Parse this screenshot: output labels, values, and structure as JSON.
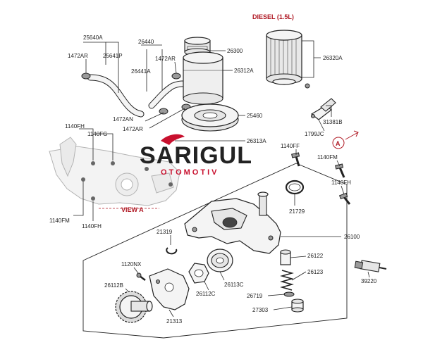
{
  "diagram": {
    "engine_variant": "DIESEL (1.5L)",
    "view_label": "VIEW A",
    "callout_letter": "A",
    "labels": {
      "p25640A": "25640A",
      "p25641P": "25641P",
      "p1472AR_a": "1472AR",
      "p26440": "26440",
      "p1472AR_b": "1472AR",
      "p26441A": "26441A",
      "p26300": "26300",
      "p26312A": "26312A",
      "p26320A": "26320A",
      "p1472AN": "1472AN",
      "p1472AR_c": "1472AR",
      "p25460": "25460",
      "p31381B": "31381B",
      "p1799JC": "1799JC",
      "p1140FH_a": "1140FH",
      "p1140FG": "1140FG",
      "p26313A": "26313A",
      "p1140FF": "1140FF",
      "p1140FM_a": "1140FM",
      "p1140FH_b": "1140FH",
      "p1140FM_b": "1140FM",
      "p1140FH_c": "1140FH",
      "p21729": "21729",
      "p21319": "21319",
      "p26100": "26100",
      "p26122": "26122",
      "p1120NX": "1120NX",
      "p26123": "26123",
      "p26112B": "26112B",
      "p26113C": "26113C",
      "p26112C": "26112C",
      "p26719": "26719",
      "p39220": "39220",
      "p21313": "21313",
      "p27303": "27303"
    }
  },
  "watermark": {
    "brand": "SARIGUL",
    "subtitle": "OTOMOTIV",
    "brand_color": "#222222",
    "accent_color": "#c8102e"
  }
}
